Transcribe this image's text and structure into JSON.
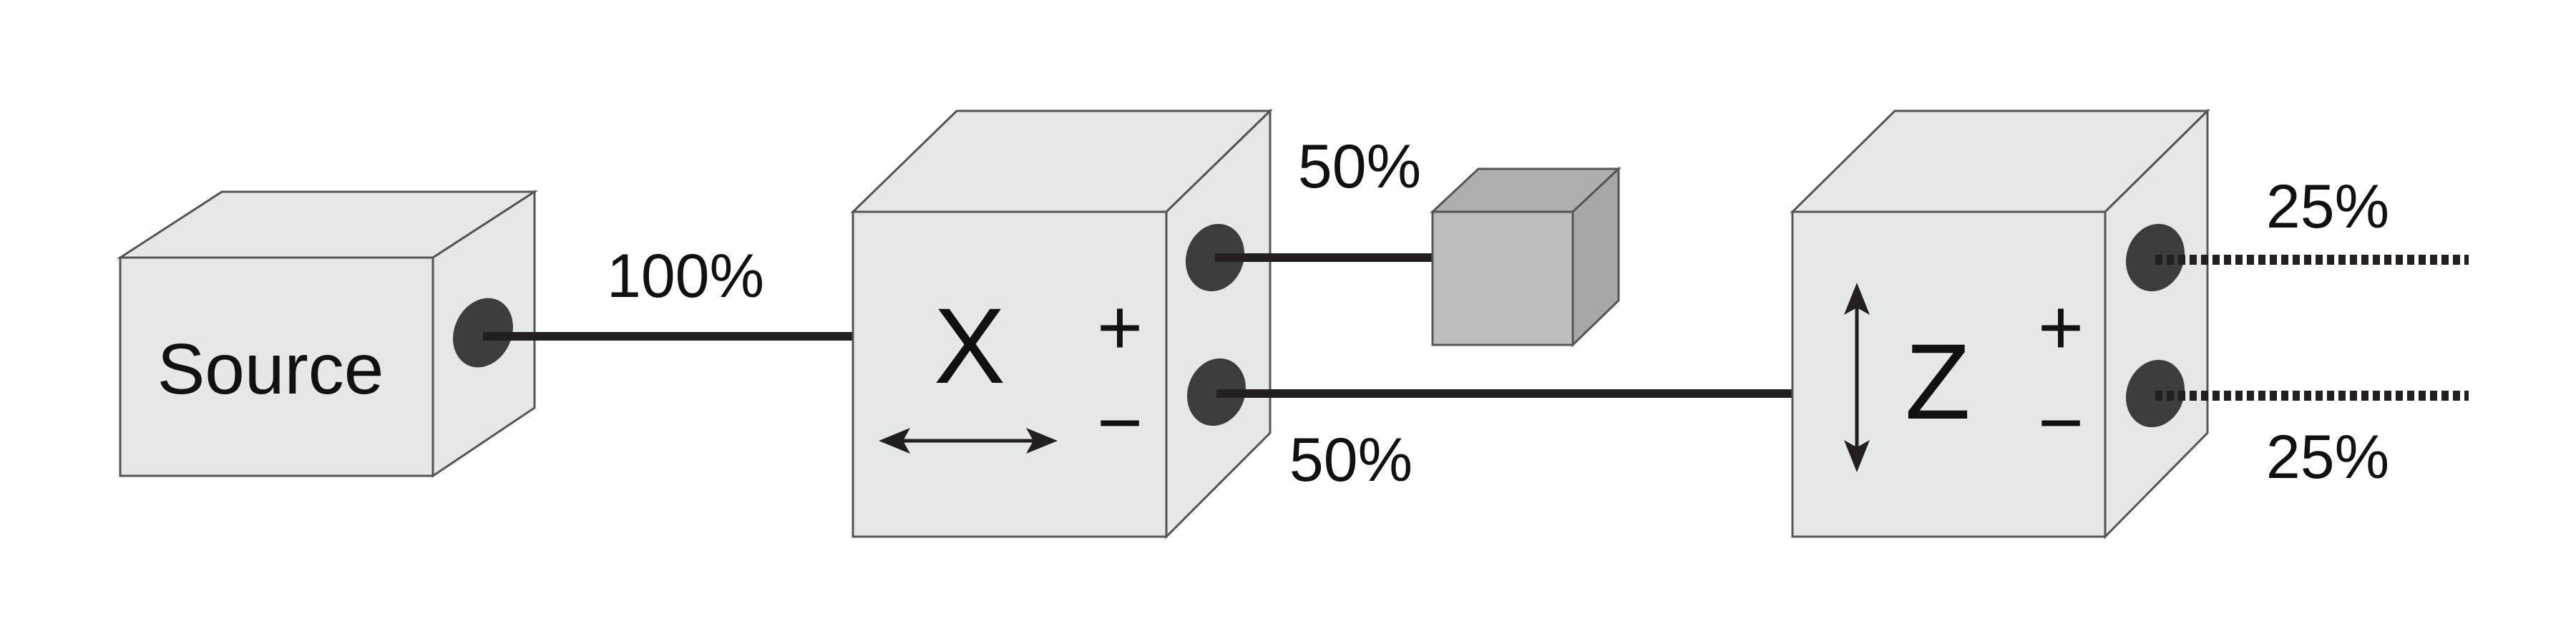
{
  "diagram": {
    "source": {
      "label": "Source"
    },
    "stage_x": {
      "label": "X",
      "plus": "+",
      "minus": "−"
    },
    "stage_z": {
      "label": "Z",
      "plus": "+",
      "minus": "−"
    },
    "beams": {
      "source_to_x": "100%",
      "x_plus": "50%",
      "x_minus": "50%",
      "z_plus": "25%",
      "z_minus": "25%"
    },
    "colors": {
      "box_face": "#e6e7e8",
      "absorber_face": "#bcbdbf",
      "port": "#3d3d3d",
      "beam": "#231f20"
    }
  }
}
